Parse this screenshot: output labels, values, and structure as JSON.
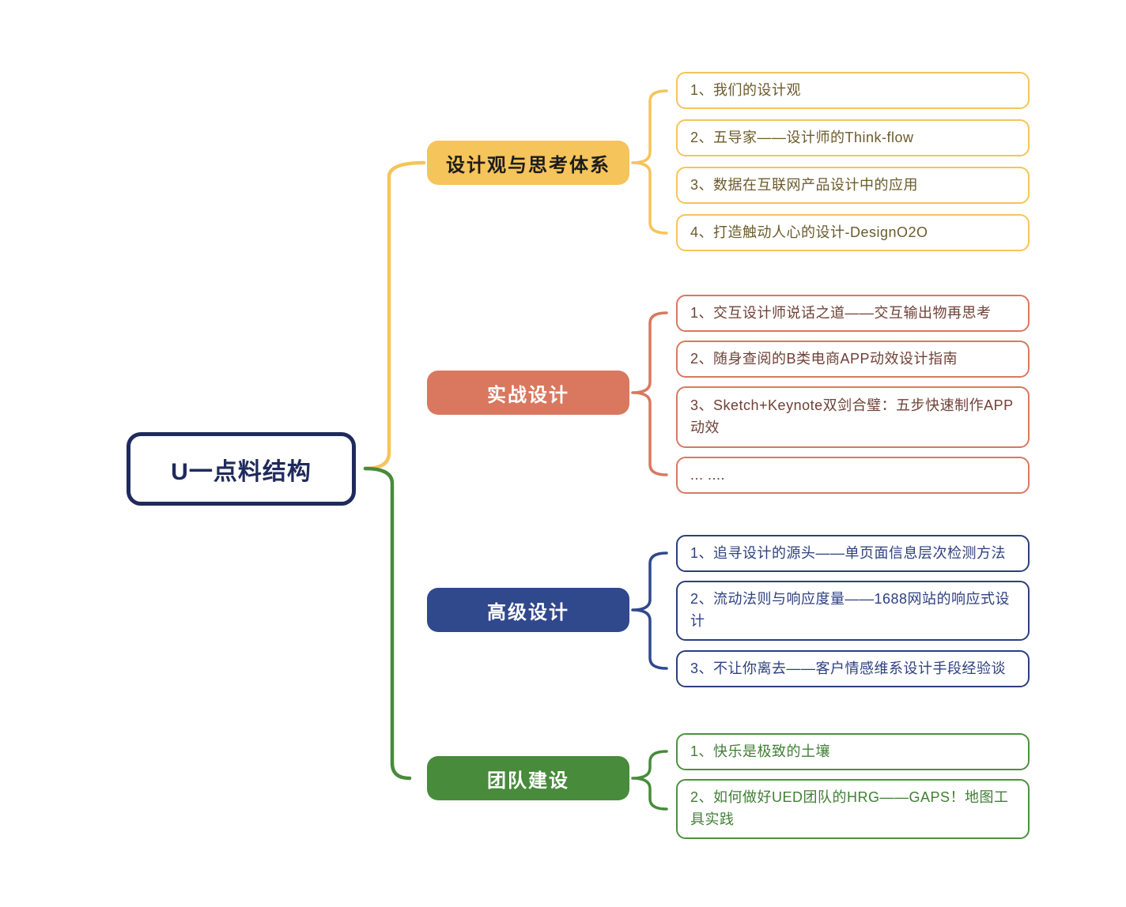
{
  "diagram": {
    "type": "mindmap",
    "root": {
      "label": "U一点料结构"
    },
    "branches": [
      {
        "label": "设计观与思考体系",
        "color": "#F5C45B",
        "children": [
          {
            "text": "1、我们的设计观"
          },
          {
            "text": "2、五导家——设计师的Think-flow"
          },
          {
            "text": "3、数据在互联网产品设计中的应用"
          },
          {
            "text": "4、打造触动人心的设计-DesignO2O"
          }
        ]
      },
      {
        "label": "实战设计",
        "color": "#D9785F",
        "children": [
          {
            "text": "1、交互设计师说话之道——交互输出物再思考"
          },
          {
            "text": "2、随身查阅的B类电商APP动效设计指南"
          },
          {
            "text": "3、Sketch+Keynote双剑合璧：五步快速制作APP动效"
          },
          {
            "text": "... ...."
          }
        ]
      },
      {
        "label": "高级设计",
        "color": "#30488C",
        "children": [
          {
            "text": "1、追寻设计的源头——单页面信息层次检测方法"
          },
          {
            "text": "2、流动法则与响应度量——1688网站的响应式设计"
          },
          {
            "text": "3、不让你离去——客户情感维系设计手段经验谈"
          }
        ]
      },
      {
        "label": "团队建设",
        "color": "#478B3B",
        "children": [
          {
            "text": "1、快乐是极致的土壤"
          },
          {
            "text": "2、如何做好UED团队的HRG——GAPS！地图工具实践"
          }
        ]
      }
    ],
    "colors": {
      "root_border": "#1F2A5C",
      "branch1_fill": "#F5C45B",
      "branch2_fill": "#D9785F",
      "branch3_fill": "#30488C",
      "branch4_fill": "#478B3B",
      "child_text_yellow": "#6B5B2B",
      "child_text_salmon": "#6F4136",
      "child_text_blue": "#2E4180",
      "child_text_green": "#417F35",
      "background": "#FFFFFF"
    }
  }
}
